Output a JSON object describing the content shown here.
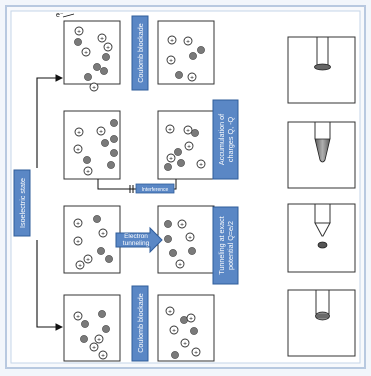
{
  "colors": {
    "frame": "#b8c9e0",
    "label_box": "#5a87c5",
    "label_box_border": "#2f5c9a",
    "particle_fill": "#7a7a7a",
    "arrow": "#111111"
  },
  "labels": {
    "electron": "e⁻",
    "isoelectric": "Isoelectric state",
    "coulomb_top": "Coulomb blockade",
    "coulomb_bottom": "Coulomb blockade",
    "accumulation_line1": "Accumulation of",
    "accumulation_line2": "charges Q, -Q",
    "interference": "Interference",
    "electron_tunneling_line1": "Electron",
    "electron_tunneling_line2": "tunneling",
    "tunneling_line1": "Tunneling at exact",
    "tunneling_line2": "potential  Q=e/2"
  },
  "symbols": {
    "positive": "+"
  }
}
